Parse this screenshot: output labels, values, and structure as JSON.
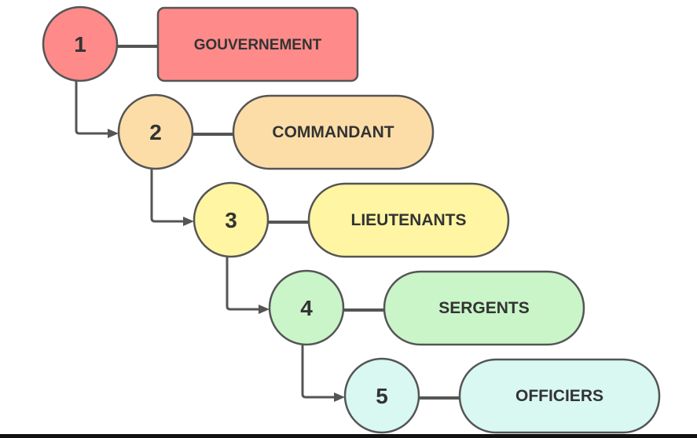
{
  "diagram": {
    "steps": [
      {
        "number": "1",
        "label": "GOUVERNEMENT",
        "color": "#FF8A8A",
        "shape": "rectangle"
      },
      {
        "number": "2",
        "label": "COMMANDANT",
        "color": "#FCDDA8",
        "shape": "pill"
      },
      {
        "number": "3",
        "label": "LIEUTENANTS",
        "color": "#FFF5A3",
        "shape": "pill"
      },
      {
        "number": "4",
        "label": "SERGENTS",
        "color": "#C9F5C8",
        "shape": "pill"
      },
      {
        "number": "5",
        "label": "OFFICIERS",
        "color": "#D8F8F1",
        "shape": "pill"
      }
    ],
    "stroke_color": "#555555"
  }
}
